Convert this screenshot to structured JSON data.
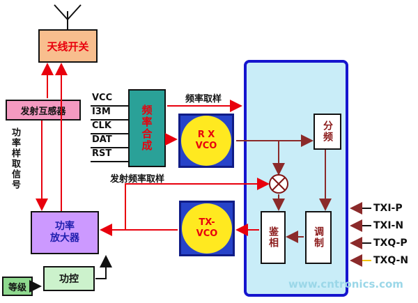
{
  "nodes": {
    "antenna_switch": "天线开关",
    "transformer": "发射互感器",
    "synth": "频率合成",
    "rx_vco": "R X\nVCO",
    "tx_vco": "TX-\nVCO",
    "divider": "分频",
    "phase_detector": "鉴相",
    "modulator": "调制",
    "pa": "功率\n放大器",
    "power_control": "功控",
    "level": "等级"
  },
  "pins": [
    "VCC",
    "I3M",
    "CLK",
    "DAT",
    "RST"
  ],
  "iq_inputs": [
    "TXI-P",
    "TXI-N",
    "TXQ-P",
    "TXQ-N"
  ],
  "labels": {
    "freq_sample": "频率取样",
    "tx_freq_sample": "发射频率取样",
    "power_sample_signal": "功率样取信号"
  },
  "watermark": "www.cntronics.com",
  "colors": {
    "arrow_red": "#e8000d",
    "arrow_dark": "#8b2a2a",
    "ic_fill": "#c9edf8",
    "ic_border": "#1515ce",
    "vco_frame": "#2743c9",
    "vco_circle": "#ffe920",
    "antenna_switch_fill": "#f8be8e",
    "transformer_fill": "#f49ac1",
    "synth_fill": "#2aa198",
    "pa_fill": "#cc99ff",
    "power_control_fill": "#ccf2cc",
    "level_fill": "#8fd98f",
    "txqn_line": "#f2c200"
  }
}
